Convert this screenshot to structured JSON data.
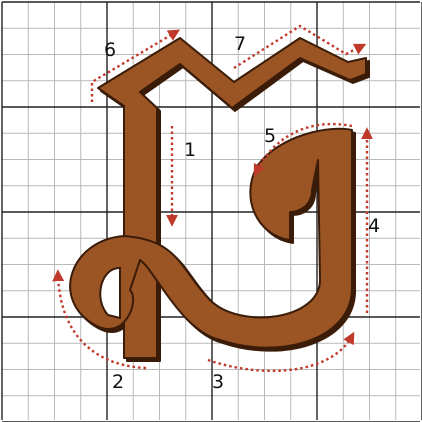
{
  "figure": {
    "colors": {
      "grid_minor": "#b9b9b9",
      "grid_major": "#222222",
      "glyph_fill": "#9b5524",
      "glyph_outline": "#3a1c08",
      "arrow": "#c0392b",
      "number_text": "#111111"
    },
    "steps": [
      {
        "number": "1"
      },
      {
        "number": "2"
      },
      {
        "number": "3"
      },
      {
        "number": "4"
      },
      {
        "number": "5"
      },
      {
        "number": "6"
      },
      {
        "number": "7"
      }
    ]
  }
}
